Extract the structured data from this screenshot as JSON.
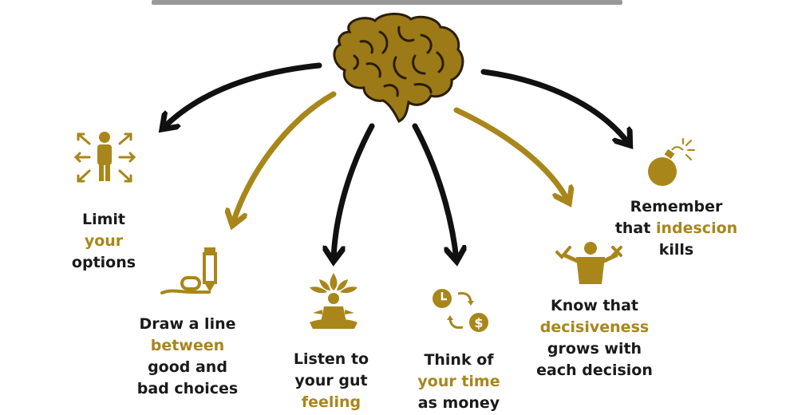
{
  "colors": {
    "brain": "#9b7a17",
    "brain_lines": "#2a1d05",
    "gold": "#a8861a",
    "black": "#111111"
  },
  "tips": {
    "limit": {
      "l1": "Limit",
      "l2": "your",
      "l3": "options"
    },
    "draw": {
      "l1": "Draw a line",
      "l2": "between",
      "l3": "good and",
      "l4": "bad choices"
    },
    "gut": {
      "l1": "Listen to",
      "l2": "your gut",
      "l3": "feeling"
    },
    "time": {
      "l1": "Think of",
      "l2": "your time",
      "l3": "as money"
    },
    "know": {
      "l1": "Know that",
      "l2": "decisiveness",
      "l3": "grows with",
      "l4": "each decision"
    },
    "remember": {
      "l1": "Remember",
      "l2a": "that",
      "l2b": "indescion",
      "l3": "kills"
    }
  },
  "icons": {
    "center": "brain-icon",
    "limit": "person-arrows-icon",
    "draw": "pencil-line-icon",
    "gut": "meditation-icon",
    "time": "clock-dollar-icon",
    "know": "check-cross-person-icon",
    "remember": "bomb-icon"
  }
}
